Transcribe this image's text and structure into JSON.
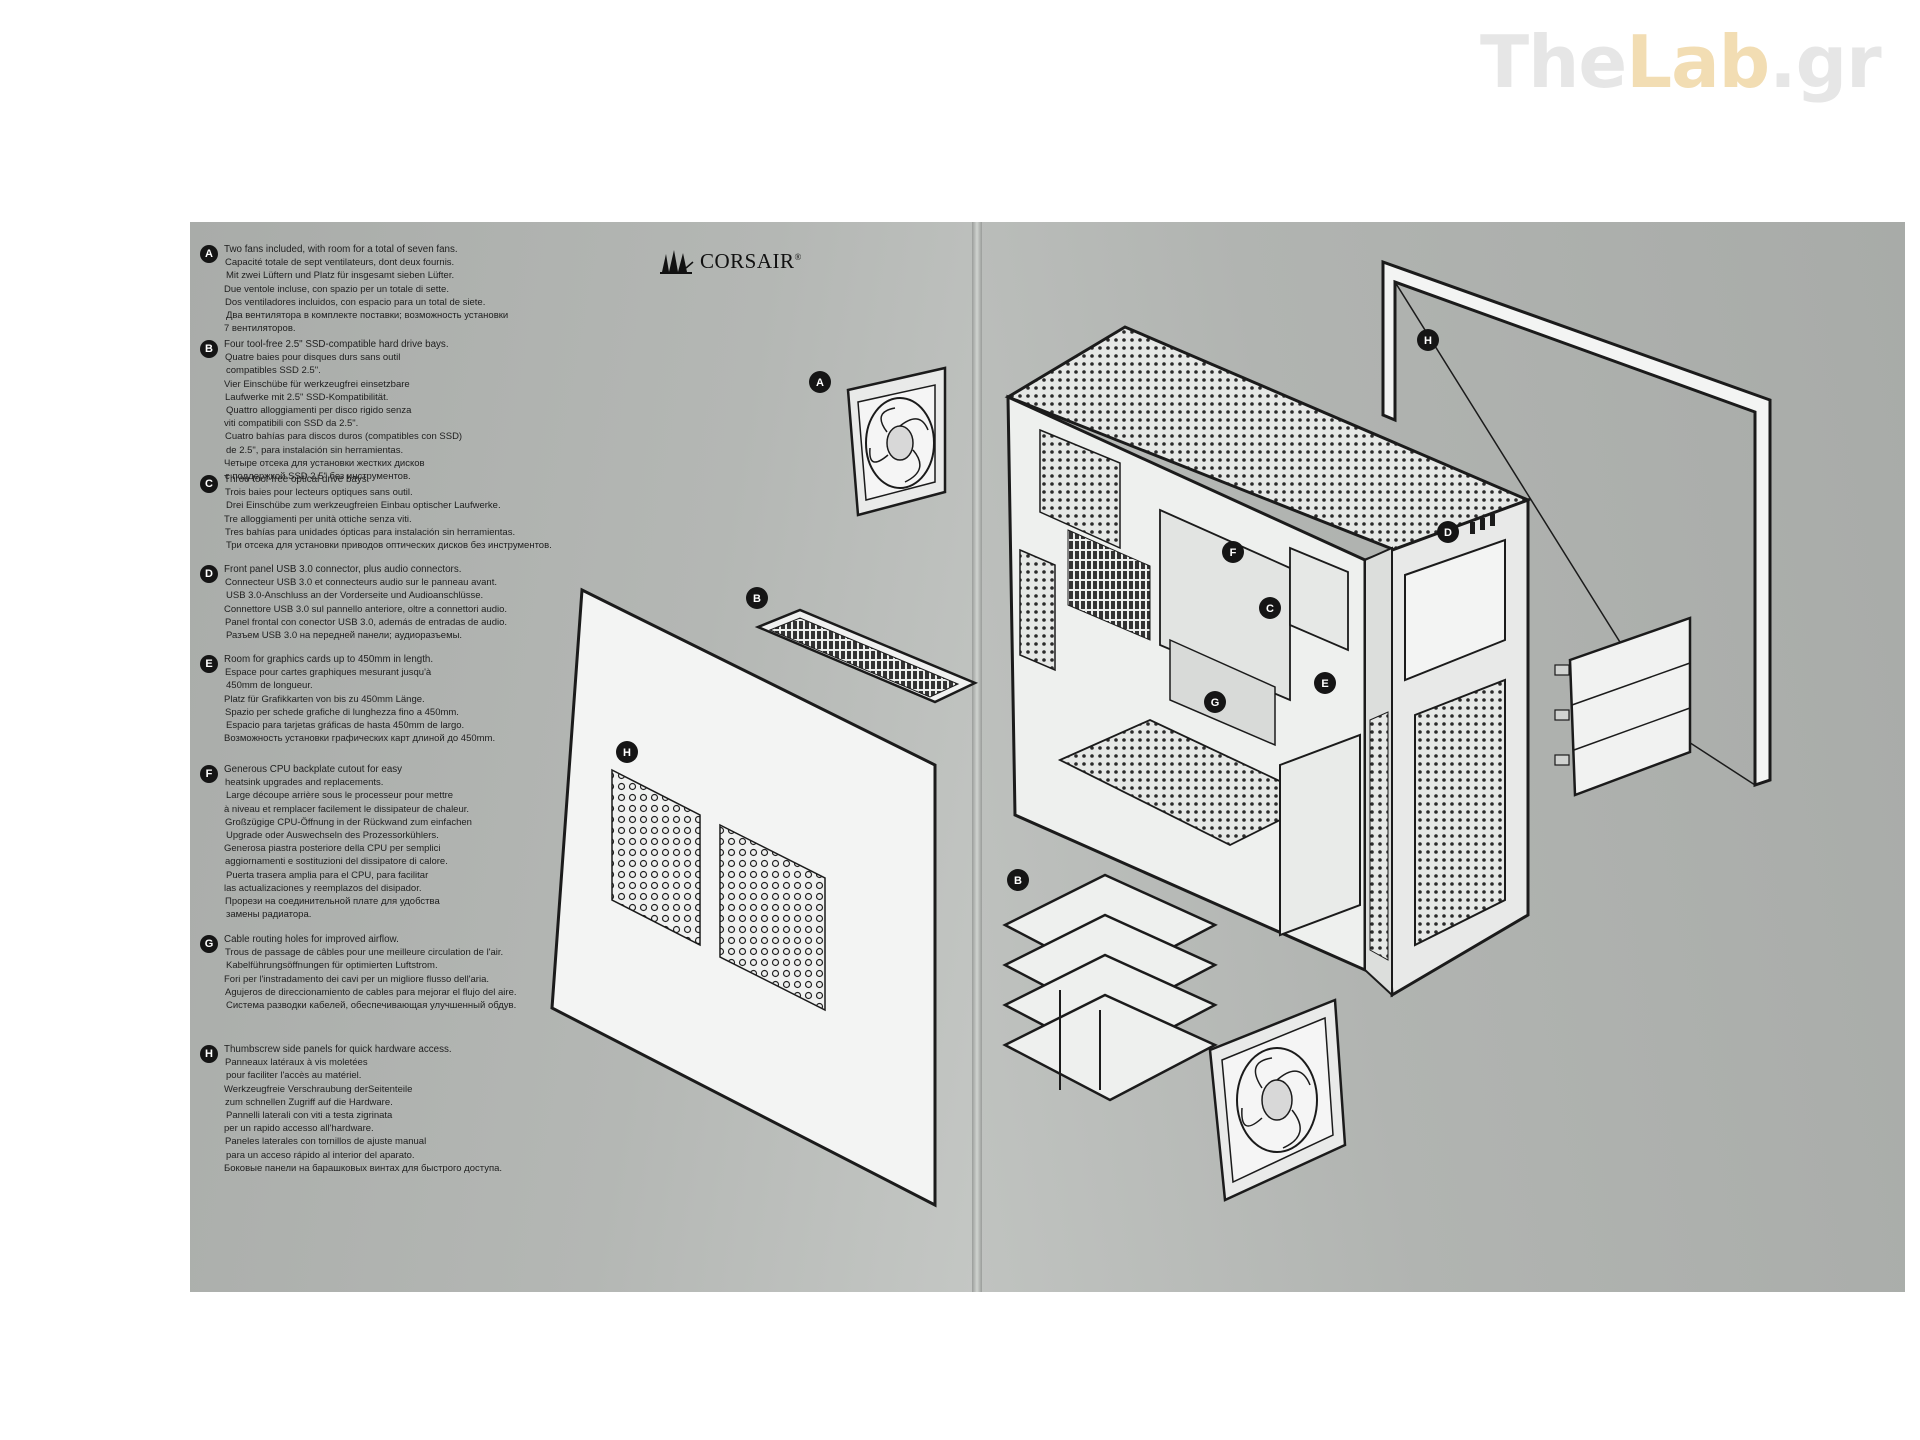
{
  "watermark": {
    "part1": "The",
    "part2": "Lab",
    "part3": ".gr"
  },
  "brand": {
    "name": "CORSAIR",
    "reg": "®"
  },
  "features": [
    {
      "badge": "A",
      "lines": [
        "Two fans included, with room for a total of seven fans.",
        "Capacité totale de sept ventilateurs, dont deux fournis.",
        "Mit zwei Lüftern und Platz für insgesamt sieben Lüfter.",
        "Due ventole incluse, con spazio per un totale di sette.",
        "Dos ventiladores incluidos, con espacio para un total de siete.",
        "Два вентилятора в комплекте поставки; возможность установки",
        "7 вентиляторов."
      ]
    },
    {
      "badge": "B",
      "lines": [
        "Four tool-free 2.5\" SSD-compatible hard drive bays.",
        "Quatre baies pour disques durs sans outil",
        "compatibles SSD 2.5\".",
        "Vier Einschübe für werkzeugfrei einsetzbare",
        "Laufwerke mit 2.5\" SSD-Kompatibilität.",
        "Quattro alloggiamenti per disco rigido senza",
        "viti compatibili con SSD da 2.5\".",
        "Cuatro bahías para discos duros (compatibles con SSD)",
        "de 2.5\", para instalación sin herramientas.",
        "Четыре отсека для установки жестких дисков",
        "с поддержкой SSD 2.5\" без инструментов."
      ]
    },
    {
      "badge": "C",
      "lines": [
        "Three tool-free optical drive bays.",
        "Trois baies pour lecteurs optiques sans outil.",
        "Drei Einschübe zum werkzeugfreien Einbau optischer Laufwerke.",
        "Tre alloggiamenti per unità ottiche senza viti.",
        "Tres bahías para unidades ópticas para instalación sin herramientas.",
        "Три отсека для установки приводов оптических дисков без инструментов."
      ]
    },
    {
      "badge": "D",
      "lines": [
        "Front panel USB 3.0 connector, plus audio connectors.",
        "Connecteur USB 3.0 et connecteurs audio sur le panneau avant.",
        "USB 3.0-Anschluss an der Vorderseite und Audioanschlüsse.",
        "Connettore USB 3.0 sul pannello anteriore, oltre a connettori audio.",
        "Panel frontal con conector USB 3.0, además de entradas de audio.",
        "Разъем USB 3.0 на передней панели; аудиоразъемы."
      ]
    },
    {
      "badge": "E",
      "lines": [
        "Room for graphics cards up to 450mm in length.",
        "Espace pour cartes graphiques mesurant jusqu'à",
        "450mm de longueur.",
        "Platz für Grafikkarten von bis zu 450mm Länge.",
        "Spazio per schede grafiche di lunghezza fino a 450mm.",
        "Espacio para tarjetas gráficas de hasta 450mm de largo.",
        "Возможность установки графических карт длиной до 450mm."
      ]
    },
    {
      "badge": "F",
      "lines": [
        "Generous CPU backplate cutout for easy",
        "heatsink upgrades and replacements.",
        "Large découpe arrière sous le processeur pour mettre",
        "à niveau et remplacer facilement le dissipateur de chaleur.",
        "Großzügige CPU-Öffnung in der Rückwand zum einfachen",
        "Upgrade oder Auswechseln des Prozessorkühlers.",
        "Generosa piastra posteriore della CPU per semplici",
        "aggiornamenti e sostituzioni del dissipatore di calore.",
        "Puerta trasera amplia para el CPU, para facilitar",
        "las actualizaciones y reemplazos del disipador.",
        "Прорези на соединительной плате для удобства",
        "замены радиатора."
      ]
    },
    {
      "badge": "G",
      "lines": [
        "Cable routing holes for improved airflow.",
        "Trous de passage de câbles pour une meilleure circulation de l'air.",
        "Kabelführungsöffnungen für optimierten Luftstrom.",
        "Fori per l'instradamento dei cavi per un migliore flusso dell'aria.",
        "Agujeros de direccionamiento de cables para mejorar el flujo del aire.",
        "Система разводки кабелей, обеспечивающая улучшенный обдув."
      ]
    },
    {
      "badge": "H",
      "lines": [
        "Thumbscrew side panels for quick hardware access.",
        "Panneaux latéraux à vis moletées",
        "pour faciliter l'accès au matériel.",
        "Werkzeugfreie Verschraubung derSeitenteile",
        "zum schnellen Zugriff auf die Hardware.",
        "Pannelli laterali con viti a testa zigrinata",
        "per un rapido accesso all'hardware.",
        "Paneles laterales con tornillos de ajuste manual",
        "para un acceso rápido al interior del aparato.",
        "Боковые панели на барашковых винтах для быстрого доступа."
      ]
    }
  ],
  "callouts": {
    "fan_top": "A",
    "filter": "B",
    "side_panel_left": "H",
    "hdd_cage": "B",
    "front_io": "D",
    "cpu_cutout": "F",
    "optical": "C",
    "gpu": "E",
    "cable_holes": "G",
    "side_panel_right": "H"
  }
}
